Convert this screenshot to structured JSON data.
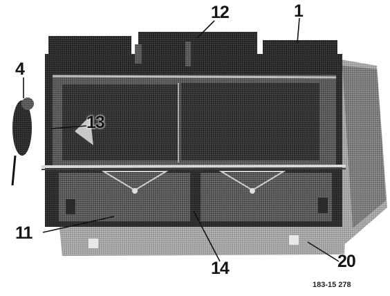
{
  "photo": {
    "subject": "disassembled air-conditioner housing assembly, black-and-white halftone",
    "colors": {
      "background": "#ffffff",
      "dark": "#2a2a2a",
      "mid": "#6e6e6e",
      "light": "#b8b8b8"
    }
  },
  "callouts": {
    "c1": "1",
    "c4": "4",
    "c11": "11",
    "c12": "12",
    "c13": "13",
    "c14": "14",
    "c20": "20"
  },
  "reference_code": "183-15 278"
}
